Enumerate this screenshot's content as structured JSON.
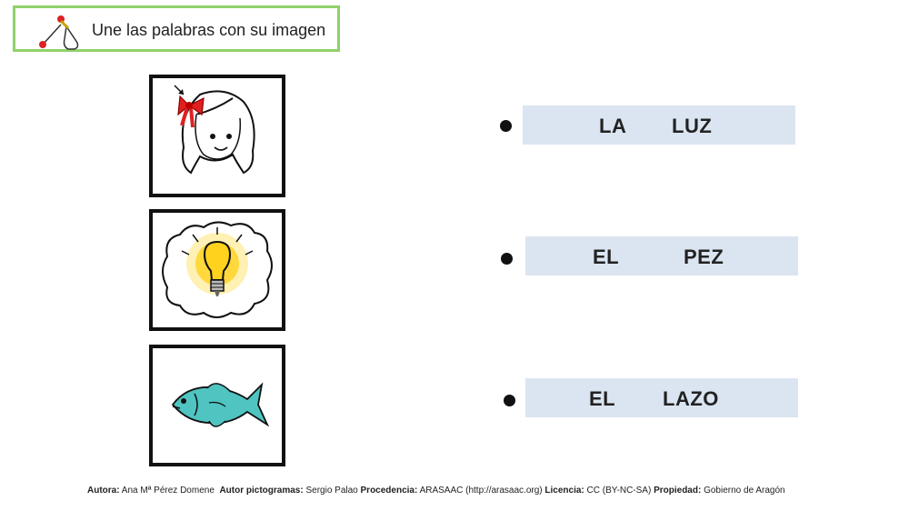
{
  "instruction": {
    "text": "Une las palabras con su imagen",
    "icon": "connect-dots-hand-icon"
  },
  "images": [
    {
      "name": "girl-with-bow",
      "icon": "girl-with-red-bow-icon"
    },
    {
      "name": "light-bulb",
      "icon": "light-bulb-icon"
    },
    {
      "name": "fish",
      "icon": "fish-icon"
    }
  ],
  "words": [
    {
      "article": "LA",
      "noun": "LUZ"
    },
    {
      "article": "EL",
      "noun": "PEZ"
    },
    {
      "article": "EL",
      "noun": "LAZO"
    }
  ],
  "footer": {
    "autora_label": "Autora:",
    "autora_value": "Ana Mª Pérez Domene",
    "autor_picto_label": "Autor pictogramas:",
    "autor_picto_value": "Sergio Palao",
    "procedencia_label": "Procedencia:",
    "procedencia_value": "ARASAAC (http://arasaac.org)",
    "licencia_label": "Licencia:",
    "licencia_value": "CC (BY-NC-SA)",
    "propiedad_label": "Propiedad:",
    "propiedad_value": "Gobierno de Aragón"
  },
  "colors": {
    "instruction_border": "#8fd16a",
    "word_box_bg": "#dbe5f1",
    "bow_red": "#e02020",
    "bulb_yellow": "#ffd21e",
    "fish_teal": "#4fc4c0"
  }
}
